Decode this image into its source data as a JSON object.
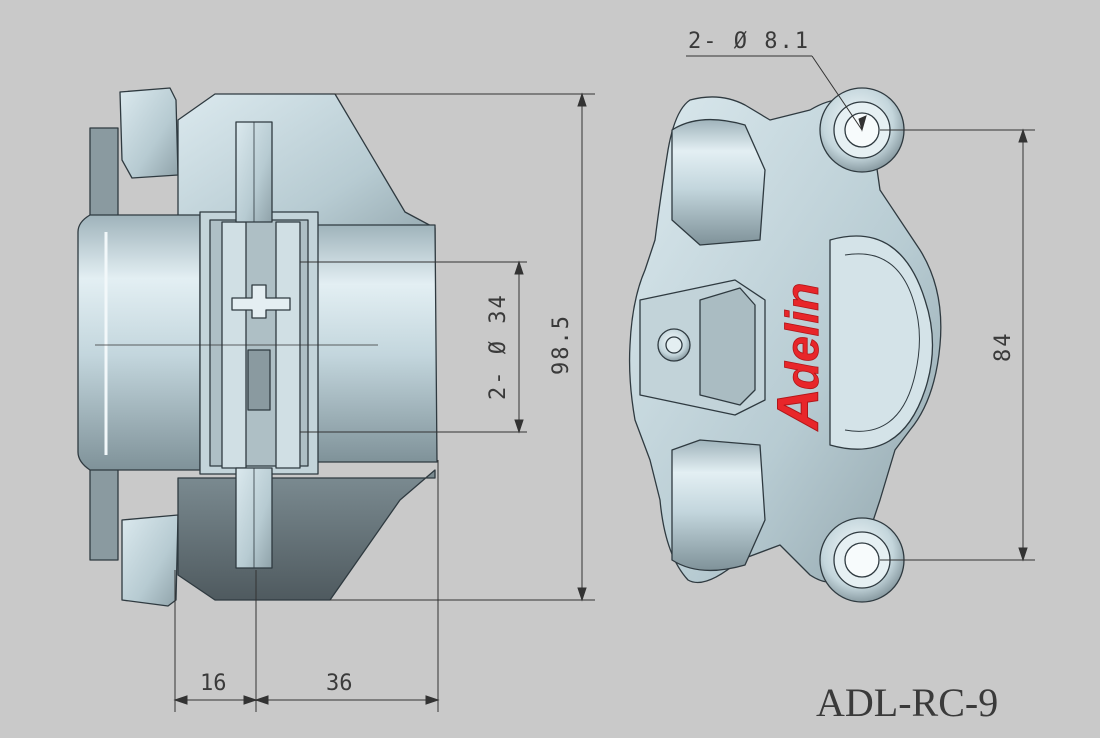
{
  "drawing": {
    "model_label": "ADL-RC-9",
    "brand_logo": "Adelin",
    "colors": {
      "background": "#c9c9c9",
      "metal_light": "#d6e6ec",
      "metal_mid": "#b3c8d0",
      "metal_dark": "#6d7d84",
      "edge": "#2f3a40",
      "dimension_line": "#333333",
      "logo_red": "#e8262a"
    },
    "dimensions": {
      "hole_callout": "2- Ø 8.1",
      "bore_callout": "2- Ø 34",
      "overall_height": "98.5",
      "mount_spacing": "84",
      "width_left": "16",
      "width_right": "36"
    }
  }
}
